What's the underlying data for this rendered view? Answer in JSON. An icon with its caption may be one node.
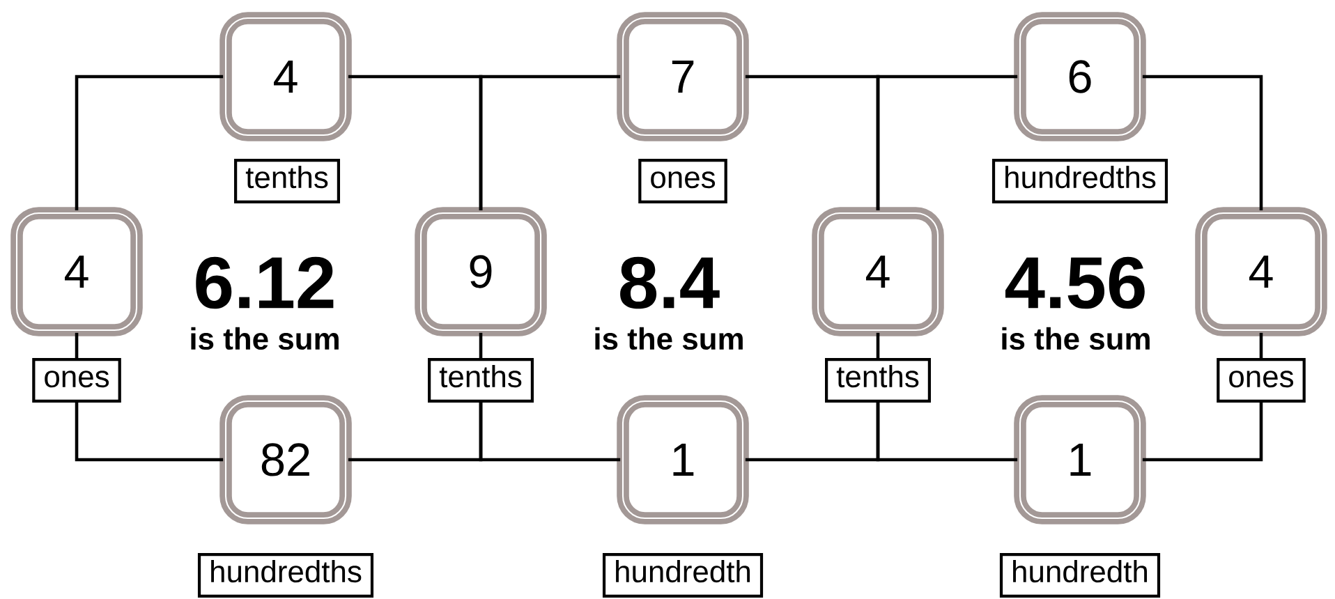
{
  "diagram": {
    "nodes": [
      {
        "text": [
          "4"
        ]
      },
      {
        "text": [
          "tenths"
        ]
      },
      {
        "text": [
          "7"
        ]
      },
      {
        "text": [
          "ones"
        ]
      },
      {
        "text": [
          "6"
        ]
      },
      {
        "text": [
          "hundredths"
        ]
      },
      {
        "text": [
          "4"
        ]
      },
      {
        "text": [
          "ones"
        ]
      },
      {
        "text": [
          "9"
        ]
      },
      {
        "text": [
          "tenths"
        ]
      },
      {
        "text": [
          "4"
        ]
      },
      {
        "text": [
          "tenths"
        ]
      },
      {
        "text": [
          "4"
        ]
      },
      {
        "text": [
          "ones"
        ]
      },
      {
        "text": [
          "82"
        ]
      },
      {
        "text": [
          "hundredths"
        ]
      },
      {
        "text": [
          "1"
        ]
      },
      {
        "text": [
          "hundredth"
        ]
      },
      {
        "text": [
          "1"
        ]
      },
      {
        "text": [
          "hundredth"
        ]
      }
    ],
    "edges": [
      {
        "from": 0,
        "to": 6,
        "arrow": "none"
      },
      {
        "from": 0,
        "to": 8,
        "arrow": "none"
      },
      {
        "from": 2,
        "to": 8,
        "arrow": "none"
      },
      {
        "from": 2,
        "to": 10,
        "arrow": "none"
      },
      {
        "from": 4,
        "to": 10,
        "arrow": "none"
      },
      {
        "from": 4,
        "to": 12,
        "arrow": "none"
      },
      {
        "from": 6,
        "to": 7,
        "arrow": "none"
      },
      {
        "from": 8,
        "to": 9,
        "arrow": "none"
      },
      {
        "from": 10,
        "to": 11,
        "arrow": "none"
      },
      {
        "from": 12,
        "to": 13,
        "arrow": "none"
      },
      {
        "from": 14,
        "to": 7,
        "arrow": "none"
      },
      {
        "from": 14,
        "to": 9,
        "arrow": "none"
      },
      {
        "from": 16,
        "to": 9,
        "arrow": "none"
      },
      {
        "from": 16,
        "to": 11,
        "arrow": "none"
      },
      {
        "from": 18,
        "to": 11,
        "arrow": "none"
      },
      {
        "from": 18,
        "to": 13,
        "arrow": "none"
      }
    ],
    "labels": [
      "6.12",
      "is the sum",
      "8.4",
      "is the sum",
      "4.56",
      "is the sum"
    ]
  }
}
